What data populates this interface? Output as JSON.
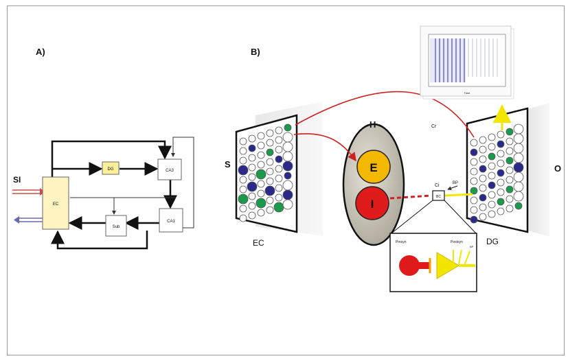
{
  "panel_a": {
    "label": "A)",
    "input_label": "SI",
    "nodes": {
      "ec": "EC",
      "dg": "DG",
      "ca3": "CA3",
      "sub": "Sub",
      "ca1": "CA1"
    }
  },
  "panel_b": {
    "label": "B)",
    "s_label": "S",
    "o_label": "O",
    "ec_label": "EC",
    "dg_label": "DG",
    "h_label": "H",
    "e_label": "E",
    "i_label": "I",
    "cr_label": "Cr",
    "ci_label": "Ci",
    "bp_label": "BP",
    "bc_label": "BC",
    "presyn_label": "Presyn",
    "postsyn_label": "Postsyn",
    "inset_bp_label": "BP",
    "plot_axis_label": "Time"
  },
  "colors": {
    "ec_box": "#fff4c2",
    "dg_box": "#ffef9a",
    "excitatory": "#f5b800",
    "inhibitory": "#e01b1b",
    "green_cell": "#1a9a4a",
    "blue_cell": "#2a2a8a",
    "red_line": "#cc2222",
    "yellow_line": "#f2e600"
  }
}
